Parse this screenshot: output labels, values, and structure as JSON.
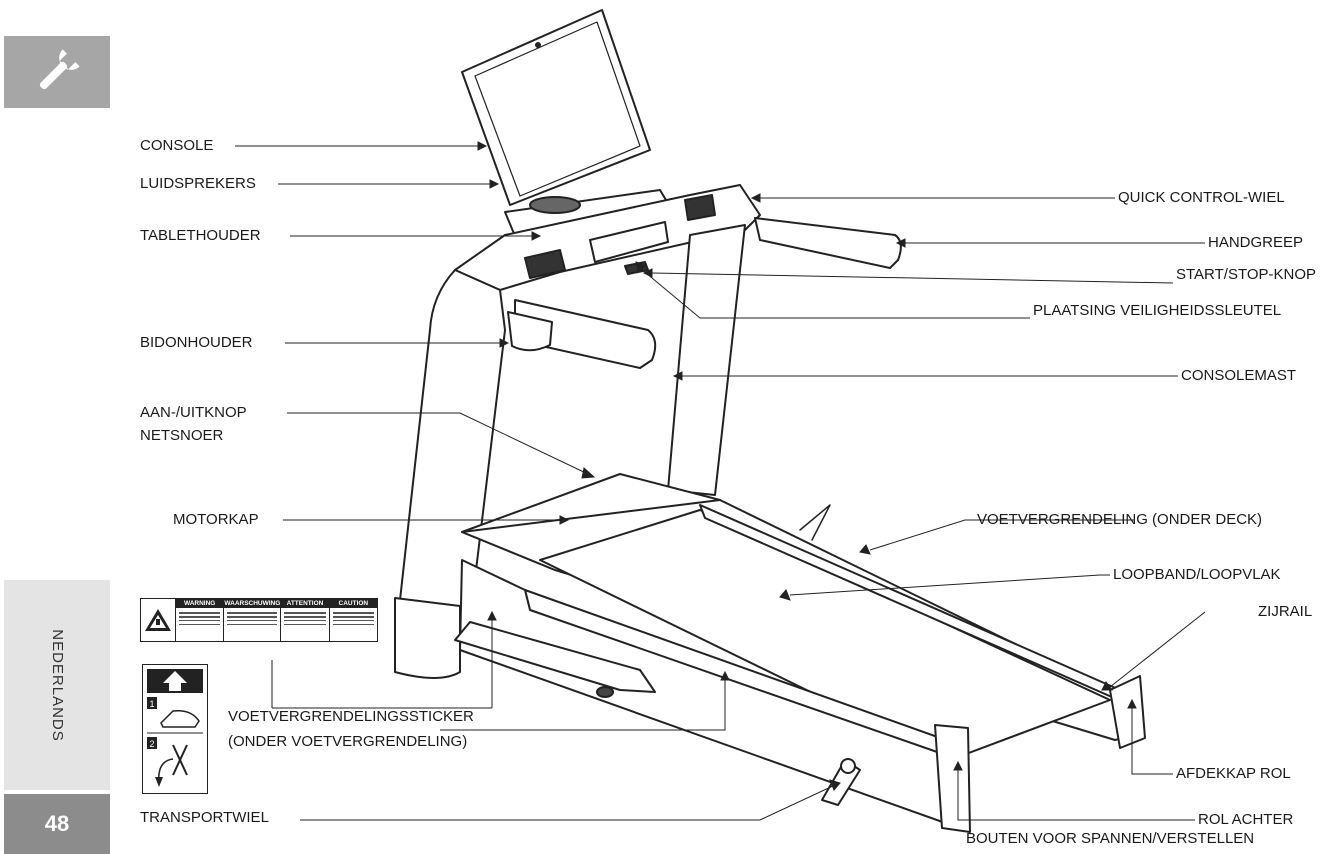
{
  "sidebar": {
    "tool_tab_icon": "wrench-icon",
    "language": "NEDERLANDS",
    "page_number": "48"
  },
  "labels": {
    "console": "CONSOLE",
    "luidsprekers": "LUIDSPREKERS",
    "tablethouder": "TABLETHOUDER",
    "bidonhouder": "BIDONHOUDER",
    "aan_uitknop": "AAN-/UITKNOP",
    "netsnoer": "NETSNOER",
    "motorkap": "MOTORKAP",
    "voetvergrendelingssticker": "VOETVERGRENDELINGSSTICKER",
    "onder_voetvergrendeling": "(ONDER VOETVERGRENDELING)",
    "transportwiel": "TRANSPORTWIEL",
    "quick_control_wiel": "QUICK CONTROL-WIEL",
    "handgreep": "HANDGREEP",
    "start_stop_knop": "START/STOP-KNOP",
    "plaatsing_veiligheidssleutel": "PLAATSING VEILIGHEIDSSLEUTEL",
    "consolemast": "CONSOLEMAST",
    "voetvergrendeling_onder_deck": "VOETVERGRENDELING (ONDER DECK)",
    "loopband_loopvlak": "LOOPBAND/LOOPVLAK",
    "zijrail": "ZIJRAIL",
    "afdekkap_rol": "AFDEKKAP ROL",
    "rol_achter": "ROL ACHTER",
    "bouten_voor_spannen": "BOUTEN VOOR SPANNEN/VERSTELLEN"
  },
  "warning_sticker": {
    "headers": [
      "WARNING",
      "WAARSCHUWING",
      "ATTENTION",
      "CAUTION"
    ]
  }
}
